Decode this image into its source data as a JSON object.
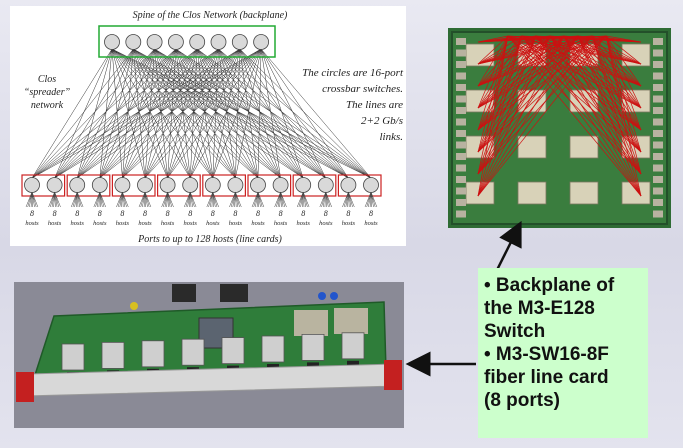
{
  "diagram": {
    "spine_label": "Spine of the Clos Network (backplane)",
    "spreader_label": [
      "Clos",
      "“spreader”",
      "network"
    ],
    "note_lines": [
      "The circles are 16-port",
      "crossbar switches.",
      "The lines are",
      "2+2 Gb/s",
      "links."
    ],
    "host_count_label": "8",
    "host_unit_label": "hosts",
    "ports_label": "Ports to up to 128 hosts (line cards)",
    "spine_switch_count": 8,
    "leaf_switch_count": 16
  },
  "caption": {
    "lines": [
      "• Backplane of",
      "the  M3-E128",
      "Switch",
      "• M3-SW16-8F",
      "fiber line card",
      "(8 ports)"
    ]
  },
  "colors": {
    "group_box": "#cc2222",
    "spine_box": "#22aa33",
    "caption_bg": "#ccffcc",
    "backplane_links": "#cc1111"
  }
}
